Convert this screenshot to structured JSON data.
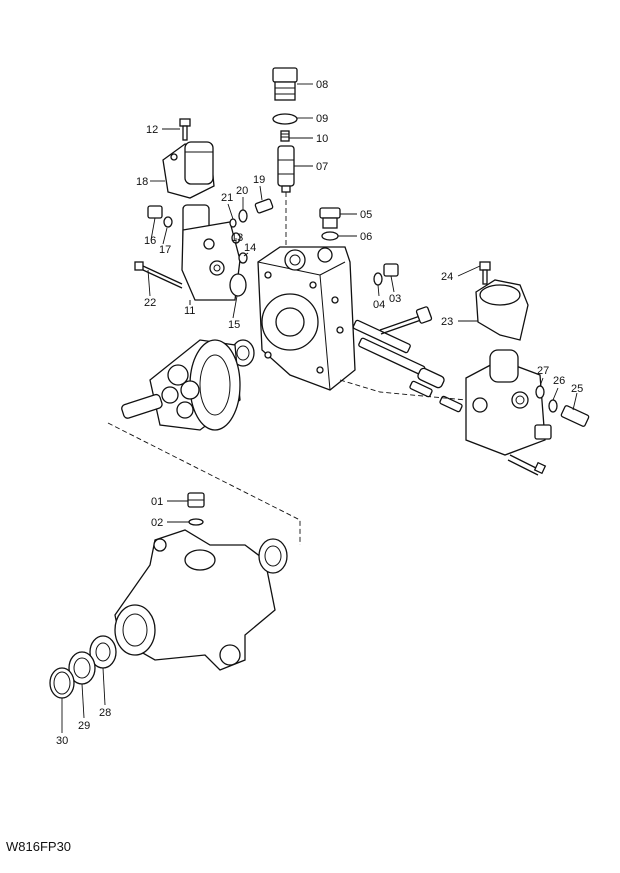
{
  "diagram_code": "W816FP30",
  "callouts": {
    "p01": "01",
    "p02": "02",
    "p03": "03",
    "p04": "04",
    "p05": "05",
    "p06": "06",
    "p07": "07",
    "p08": "08",
    "p09": "09",
    "p10": "10",
    "p11": "11",
    "p12": "12",
    "p13": "13",
    "p14": "14",
    "p15": "15",
    "p16": "16",
    "p17": "17",
    "p18": "18",
    "p19": "19",
    "p20": "20",
    "p21": "21",
    "p22": "22",
    "p23": "23",
    "p24": "24",
    "p25": "25",
    "p26": "26",
    "p27": "27",
    "p28": "28",
    "p29": "29",
    "p30": "30"
  }
}
